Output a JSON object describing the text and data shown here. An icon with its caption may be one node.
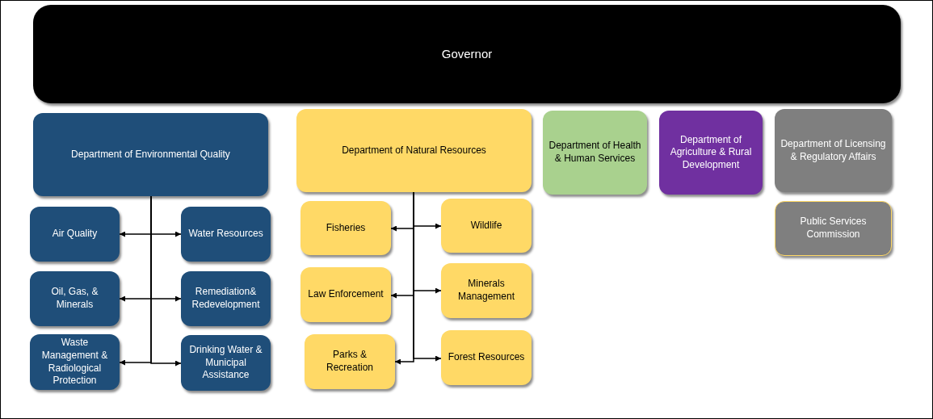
{
  "diagram": {
    "nodes": [
      {
        "text": [
          "Governor"
        ]
      },
      {
        "text": [
          "Department of Environmental Quality"
        ]
      },
      {
        "text": [
          "Air Quality"
        ]
      },
      {
        "text": [
          "Water Resources"
        ]
      },
      {
        "text": [
          "Oil, Gas, & Minerals"
        ]
      },
      {
        "text": [
          "Remediation& Redevelopment"
        ]
      },
      {
        "text": [
          "Waste Management & Radiological Protection"
        ]
      },
      {
        "text": [
          "Drinking Water & Municipal Assistance"
        ]
      },
      {
        "text": [
          "Department of Natural Resources"
        ]
      },
      {
        "text": [
          "Fisheries"
        ]
      },
      {
        "text": [
          "Wildlife"
        ]
      },
      {
        "text": [
          "Law Enforcement"
        ]
      },
      {
        "text": [
          "Minerals Management"
        ]
      },
      {
        "text": [
          "Parks & Recreation"
        ]
      },
      {
        "text": [
          "Forest Resources"
        ]
      },
      {
        "text": [
          "Department of Health & Human Services"
        ]
      },
      {
        "text": [
          "Department of Agriculture & Rural Development"
        ]
      },
      {
        "text": [
          "Department of Licensing & Regulatory Affairs"
        ]
      },
      {
        "text": [
          "Public Services Commission"
        ]
      }
    ],
    "edges": [
      {
        "from": 1,
        "to": 2,
        "arrow": "to"
      },
      {
        "from": 1,
        "to": 3,
        "arrow": "to"
      },
      {
        "from": 1,
        "to": 4,
        "arrow": "to"
      },
      {
        "from": 1,
        "to": 5,
        "arrow": "to"
      },
      {
        "from": 1,
        "to": 6,
        "arrow": "to"
      },
      {
        "from": 1,
        "to": 7,
        "arrow": "to"
      },
      {
        "from": 8,
        "to": 9,
        "arrow": "to"
      },
      {
        "from": 8,
        "to": 10,
        "arrow": "to"
      },
      {
        "from": 8,
        "to": 11,
        "arrow": "to"
      },
      {
        "from": 8,
        "to": 12,
        "arrow": "to"
      },
      {
        "from": 8,
        "to": 13,
        "arrow": "to"
      },
      {
        "from": 8,
        "to": 14,
        "arrow": "to"
      }
    ]
  }
}
